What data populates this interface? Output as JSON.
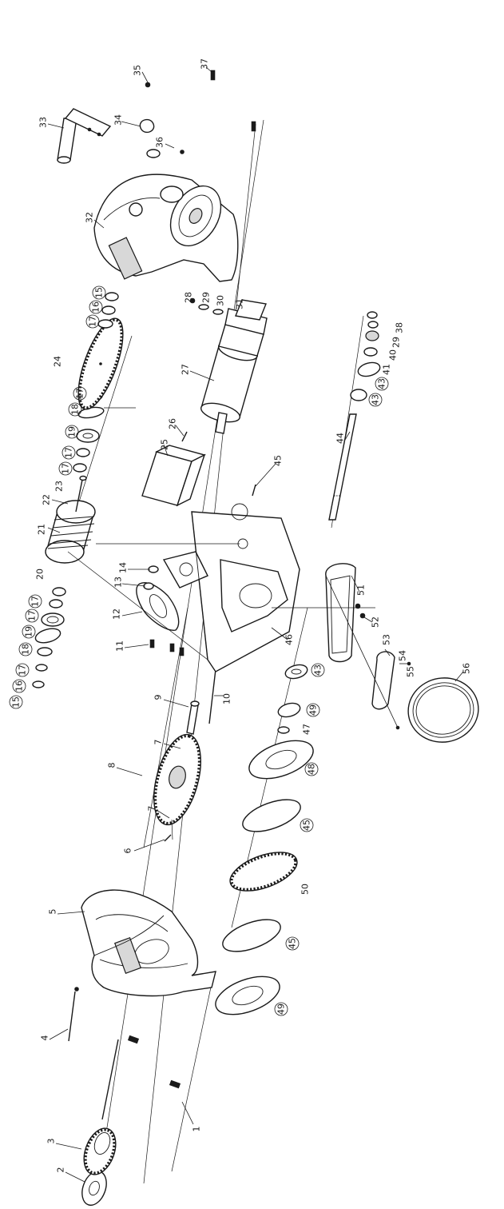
{
  "diagram": {
    "callouts": [
      {
        "id": "c2",
        "label": "2",
        "circled": false
      },
      {
        "id": "c3",
        "label": "3",
        "circled": false
      },
      {
        "id": "c1",
        "label": "1",
        "circled": false
      },
      {
        "id": "c4",
        "label": "4",
        "circled": false
      },
      {
        "id": "c5",
        "label": "5",
        "circled": false
      },
      {
        "id": "c6",
        "label": "6",
        "circled": false
      },
      {
        "id": "c7a",
        "label": "7",
        "circled": false
      },
      {
        "id": "c7b",
        "label": "7",
        "circled": false
      },
      {
        "id": "c8",
        "label": "8",
        "circled": false
      },
      {
        "id": "c9",
        "label": "9",
        "circled": false
      },
      {
        "id": "c10",
        "label": "10",
        "circled": false
      },
      {
        "id": "c11",
        "label": "11",
        "circled": false
      },
      {
        "id": "c12",
        "label": "12",
        "circled": false
      },
      {
        "id": "c13",
        "label": "13",
        "circled": false
      },
      {
        "id": "c14",
        "label": "14",
        "circled": false
      },
      {
        "id": "c15a",
        "label": "15",
        "circled": true
      },
      {
        "id": "c16a",
        "label": "16",
        "circled": true
      },
      {
        "id": "c17a",
        "label": "17",
        "circled": true
      },
      {
        "id": "c18a",
        "label": "18",
        "circled": true
      },
      {
        "id": "c19a",
        "label": "19",
        "circled": true
      },
      {
        "id": "c17b",
        "label": "17",
        "circled": true
      },
      {
        "id": "c17c",
        "label": "17",
        "circled": true
      },
      {
        "id": "c20",
        "label": "20",
        "circled": false
      },
      {
        "id": "c21",
        "label": "21",
        "circled": false
      },
      {
        "id": "c22",
        "label": "22",
        "circled": false
      },
      {
        "id": "c23",
        "label": "23",
        "circled": false
      },
      {
        "id": "c17d",
        "label": "17",
        "circled": true
      },
      {
        "id": "c17e",
        "label": "17",
        "circled": true
      },
      {
        "id": "c19b",
        "label": "19",
        "circled": true
      },
      {
        "id": "c18b",
        "label": "18",
        "circled": true
      },
      {
        "id": "c17f",
        "label": "17",
        "circled": true
      },
      {
        "id": "c24",
        "label": "24",
        "circled": false
      },
      {
        "id": "c17g",
        "label": "17",
        "circled": true
      },
      {
        "id": "c16b",
        "label": "16",
        "circled": true
      },
      {
        "id": "c15b",
        "label": "15",
        "circled": true
      },
      {
        "id": "c25",
        "label": "25",
        "circled": false
      },
      {
        "id": "c26",
        "label": "26",
        "circled": false
      },
      {
        "id": "c27",
        "label": "27",
        "circled": false
      },
      {
        "id": "c28",
        "label": "28",
        "circled": false
      },
      {
        "id": "c29a",
        "label": "29",
        "circled": false
      },
      {
        "id": "c30",
        "label": "30",
        "circled": false
      },
      {
        "id": "c31",
        "label": "31",
        "circled": false
      },
      {
        "id": "c32",
        "label": "32",
        "circled": false
      },
      {
        "id": "c33",
        "label": "33",
        "circled": false
      },
      {
        "id": "c34",
        "label": "34",
        "circled": false
      },
      {
        "id": "c35",
        "label": "35",
        "circled": false
      },
      {
        "id": "c36",
        "label": "36",
        "circled": false
      },
      {
        "id": "c37",
        "label": "37",
        "circled": false
      },
      {
        "id": "c38",
        "label": "38",
        "circled": false
      },
      {
        "id": "c29b",
        "label": "29",
        "circled": false
      },
      {
        "id": "c40",
        "label": "40",
        "circled": false
      },
      {
        "id": "c41",
        "label": "41",
        "circled": false
      },
      {
        "id": "c43a",
        "label": "43",
        "circled": true
      },
      {
        "id": "c43b",
        "label": "43",
        "circled": true
      },
      {
        "id": "c44",
        "label": "44",
        "circled": false
      },
      {
        "id": "c45",
        "label": "45",
        "circled": false
      },
      {
        "id": "c46",
        "label": "46",
        "circled": false
      },
      {
        "id": "c43c",
        "label": "43",
        "circled": true
      },
      {
        "id": "c49a",
        "label": "49",
        "circled": true
      },
      {
        "id": "c47",
        "label": "47",
        "circled": false
      },
      {
        "id": "c48",
        "label": "48",
        "circled": true
      },
      {
        "id": "c45b",
        "label": "45",
        "circled": true
      },
      {
        "id": "c50",
        "label": "50",
        "circled": false
      },
      {
        "id": "c45c",
        "label": "45",
        "circled": true
      },
      {
        "id": "c49b",
        "label": "49",
        "circled": true
      },
      {
        "id": "c51",
        "label": "51",
        "circled": false
      },
      {
        "id": "c52",
        "label": "52",
        "circled": false
      },
      {
        "id": "c53",
        "label": "53",
        "circled": false
      },
      {
        "id": "c54",
        "label": "54",
        "circled": false
      },
      {
        "id": "c55",
        "label": "55",
        "circled": false
      },
      {
        "id": "c56",
        "label": "56",
        "circled": false
      }
    ]
  }
}
